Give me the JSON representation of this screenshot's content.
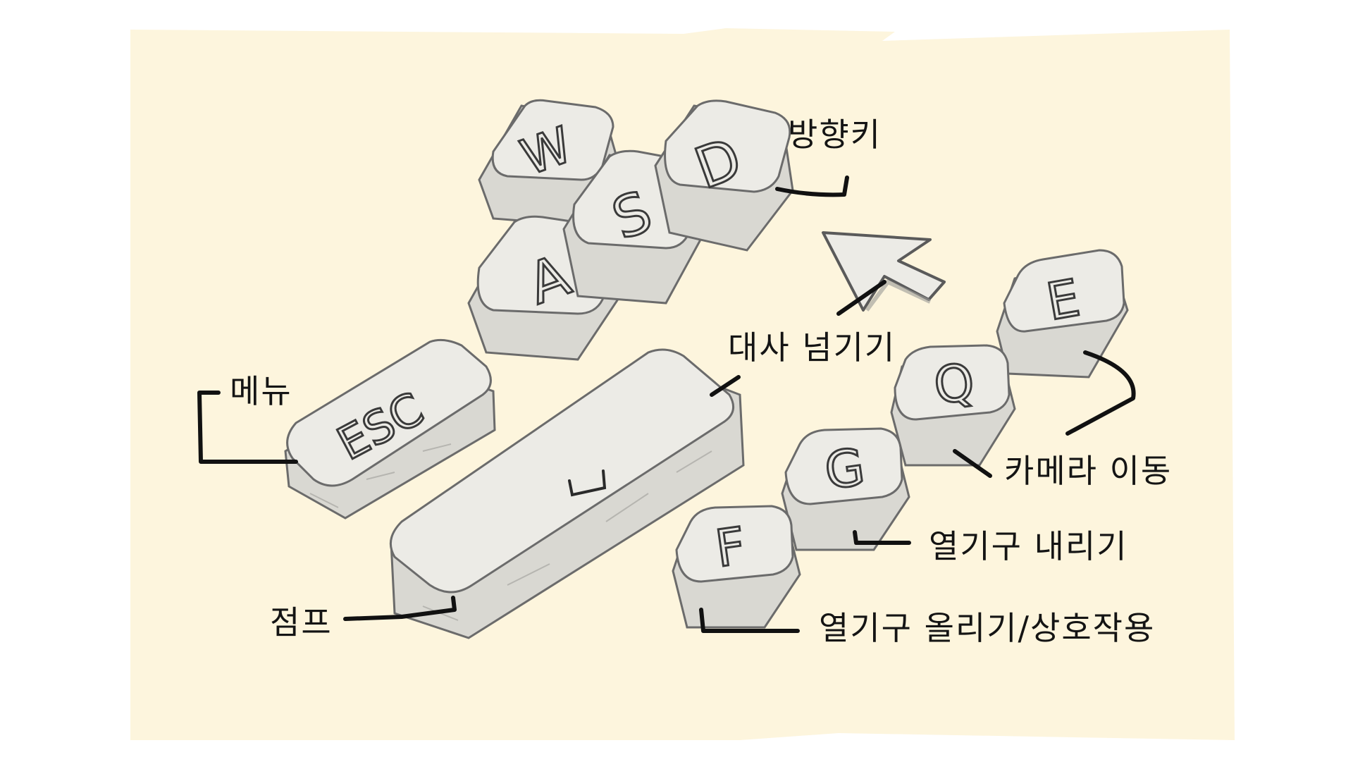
{
  "labels": {
    "direction_keys": "방향키",
    "next_dialogue": "대사 넘기기",
    "menu": "메뉴",
    "camera_move": "카메라 이동",
    "lower_tool": "열기구 내리기",
    "jump": "점프",
    "raise_tool_interact": "열기구 올리기/상호작용"
  },
  "keys": {
    "w": "W",
    "a": "A",
    "s": "S",
    "d": "D",
    "esc": "ESC",
    "q": "Q",
    "e": "E",
    "g": "G",
    "f": "F",
    "space": "␣"
  },
  "colors": {
    "paper": "#fdf5dd",
    "background": "#ffffff",
    "keycap": "#ecebe6",
    "ink": "#141414"
  },
  "icons": {
    "cursor": "mouse-cursor-icon"
  }
}
